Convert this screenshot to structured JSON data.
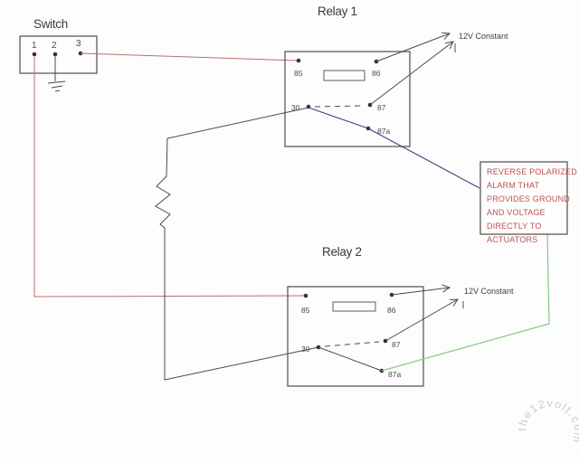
{
  "colors": {
    "wire_red": "#c46a6a",
    "wire_blue": "#3f3f7e",
    "wire_green": "#85c985",
    "wire_black": "#4a4a4a",
    "note_text": "#c05050",
    "box_border": "#5a5a5a",
    "watermark": "#cbcbcb"
  },
  "switch": {
    "title": "Switch",
    "terminal1": "1",
    "terminal2": "2",
    "terminal3": "3"
  },
  "relay1": {
    "title": "Relay 1",
    "t85": "85",
    "t86": "86",
    "t30": "30",
    "t87": "87",
    "t87a": "87a",
    "supply_label": "12V Constant"
  },
  "relay2": {
    "title": "Relay 2",
    "t85": "85",
    "t86": "86",
    "t30": "30",
    "t87": "87",
    "t87a": "87a",
    "supply_label": "12V Constant"
  },
  "alarm_note": {
    "line1": "REVERSE POLARIZED",
    "line2": "ALARM THAT",
    "line3": "PROVIDES GROUND",
    "line4": "AND VOLTAGE",
    "line5": "DIRECTLY TO",
    "line6": "ACTUATORS"
  },
  "watermark": {
    "text": "the12volt.com"
  }
}
